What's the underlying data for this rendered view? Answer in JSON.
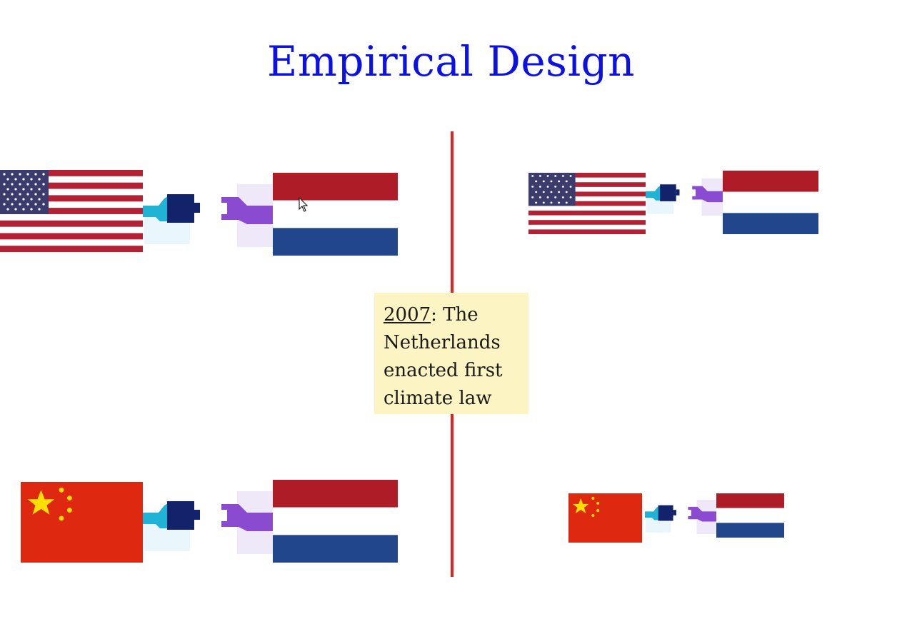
{
  "slide": {
    "title": "Empirical Design"
  },
  "note": {
    "year": "2007",
    "text": ": The Netherlands enacted first climate law"
  },
  "colors": {
    "title": "#0a10e6",
    "divider": "#e8201c",
    "note_bg": "#fdf4c3",
    "cyan_plug": "#21b3d6",
    "navy_plug": "#12226b",
    "purple_plug": "#8a4bd0"
  },
  "icons": {
    "flag_usa": "united-states-flag",
    "flag_netherlands": "netherlands-flag",
    "flag_china": "china-flag",
    "connector": "plug-connector-icon"
  }
}
